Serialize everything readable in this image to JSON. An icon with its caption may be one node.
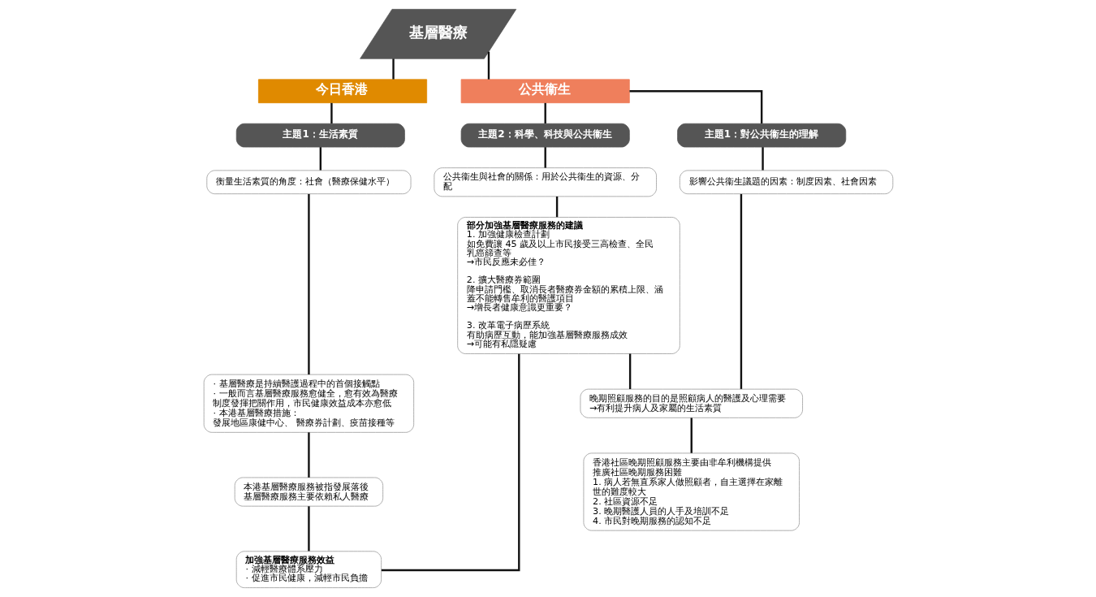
{
  "diagram": {
    "nodes": [
      {
        "text": [
          "基層醫療"
        ]
      },
      {
        "text": [
          "今日香港"
        ]
      },
      {
        "text": [
          "公共衞生"
        ]
      },
      {
        "text": [
          "主題1：生活素質"
        ]
      },
      {
        "text": [
          "衡量生活素質的角度：社會（醫療保健水平）"
        ]
      },
      {
        "text": [
          "· 基層醫療是持續醫護過程中的首個接觸點",
          "· 一般而言基層醫療服務愈健全，愈有效為醫療制度發揮把關作用，市民健康效益成本亦愈低",
          "· 本港基層醫療措施：",
          "發展地區康健中心、 醫療券計劃、疫苗接種等"
        ]
      },
      {
        "text": [
          "本港基層醫療服務被指發展落後",
          "基層醫療服務主要依賴私人醫療"
        ]
      },
      {
        "text": [
          "加強基層醫療服務效益",
          "· 減輕醫療體系壓力",
          "· 促進市民健康，減輕市民負擔"
        ]
      },
      {
        "text": [
          "主題2：科學、科技與公共衞生"
        ]
      },
      {
        "text": [
          "公共衞生與社會的關係：用於公共衞生的資源、分配"
        ]
      },
      {
        "text": [
          "部分加強基層醫療服務的建議",
          "1. 加強健康檢查計劃",
          "如免費讓 45 歲及以上市民接受三高檢查、全民乳癌篩查等",
          "→市民反應未必佳？",
          "2. 擴大醫療券範圍",
          "降申請門檻、取消長者醫療券金額的累積上限、涵蓋不能轉售牟利的醫護項目",
          "→增長者健康意識更重要？",
          "3. 改革電子病歷系統",
          "有助病歷互動，能加強基層醫療服務成效",
          "→可能有私隱疑慮"
        ]
      },
      {
        "text": [
          "主題1：對公共衞生的理解"
        ]
      },
      {
        "text": [
          "影響公共衞生議題的因素：制度因素、社會因素"
        ]
      },
      {
        "text": [
          "晚期照顧服務的目的是照顧病人的醫護及心理需要",
          "→有利提升病人及家屬的生活素質"
        ]
      },
      {
        "text": [
          "香港社區晚期照顧服務主要由非牟利機構提供",
          "推廣社區晚期服務困難",
          "1. 病人若無直系家人做照顧者，自主選擇在家離世的難度較大",
          "2. 社區資源不足",
          "3. 晚期醫護人員的人手及培訓不足",
          "4. 市民對晚期服務的認知不足"
        ]
      }
    ],
    "edges": [
      {
        "from": 0,
        "to": 1,
        "arrow": "none"
      },
      {
        "from": 0,
        "to": 2,
        "arrow": "none"
      },
      {
        "from": 1,
        "to": 3,
        "arrow": "none"
      },
      {
        "from": 3,
        "to": 4,
        "arrow": "none"
      },
      {
        "from": 4,
        "to": 5,
        "arrow": "none"
      },
      {
        "from": 5,
        "to": 6,
        "arrow": "none"
      },
      {
        "from": 6,
        "to": 7,
        "arrow": "none"
      },
      {
        "from": 7,
        "to": 10,
        "arrow": "none"
      },
      {
        "from": 2,
        "to": 8,
        "arrow": "none"
      },
      {
        "from": 2,
        "to": 11,
        "arrow": "none"
      },
      {
        "from": 8,
        "to": 9,
        "arrow": "none"
      },
      {
        "from": 9,
        "to": 10,
        "arrow": "none"
      },
      {
        "from": 10,
        "to": 13,
        "arrow": "none"
      },
      {
        "from": 11,
        "to": 12,
        "arrow": "none"
      },
      {
        "from": 12,
        "to": 13,
        "arrow": "none"
      },
      {
        "from": 13,
        "to": 14,
        "arrow": "none"
      }
    ]
  }
}
